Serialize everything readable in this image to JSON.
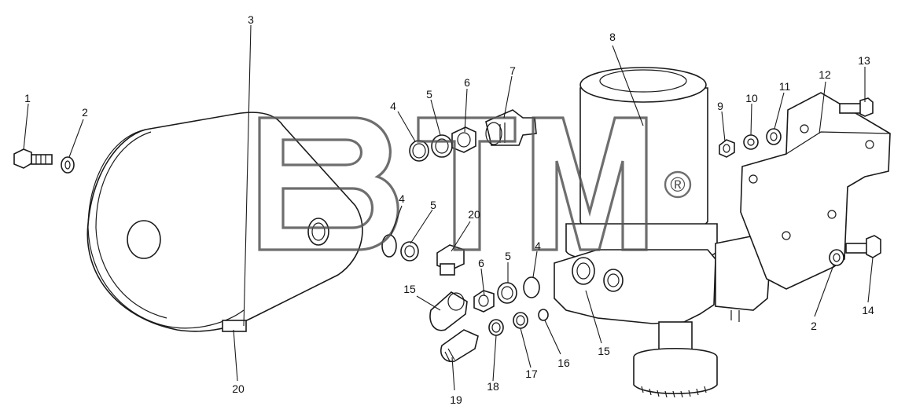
{
  "watermark": {
    "logo_text": "BTM",
    "registered_mark": "®",
    "color": "#555555"
  },
  "callouts": [
    {
      "id": "c1",
      "label": "1"
    },
    {
      "id": "c2a",
      "label": "2"
    },
    {
      "id": "c3",
      "label": "3"
    },
    {
      "id": "c4a",
      "label": "4"
    },
    {
      "id": "c5a",
      "label": "5"
    },
    {
      "id": "c6a",
      "label": "6"
    },
    {
      "id": "c7",
      "label": "7"
    },
    {
      "id": "c8",
      "label": "8"
    },
    {
      "id": "c9",
      "label": "9"
    },
    {
      "id": "c10",
      "label": "10"
    },
    {
      "id": "c11",
      "label": "11"
    },
    {
      "id": "c12",
      "label": "12"
    },
    {
      "id": "c13",
      "label": "13"
    },
    {
      "id": "c4b",
      "label": "4"
    },
    {
      "id": "c5b",
      "label": "5"
    },
    {
      "id": "c20a",
      "label": "20"
    },
    {
      "id": "c6b",
      "label": "6"
    },
    {
      "id": "c5c",
      "label": "5"
    },
    {
      "id": "c4c",
      "label": "4"
    },
    {
      "id": "c15a",
      "label": "15"
    },
    {
      "id": "c2b",
      "label": "2"
    },
    {
      "id": "c14",
      "label": "14"
    },
    {
      "id": "c15b",
      "label": "15"
    },
    {
      "id": "c16",
      "label": "16"
    },
    {
      "id": "c17",
      "label": "17"
    },
    {
      "id": "c18",
      "label": "18"
    },
    {
      "id": "c19",
      "label": "19"
    },
    {
      "id": "c20b",
      "label": "20"
    }
  ]
}
